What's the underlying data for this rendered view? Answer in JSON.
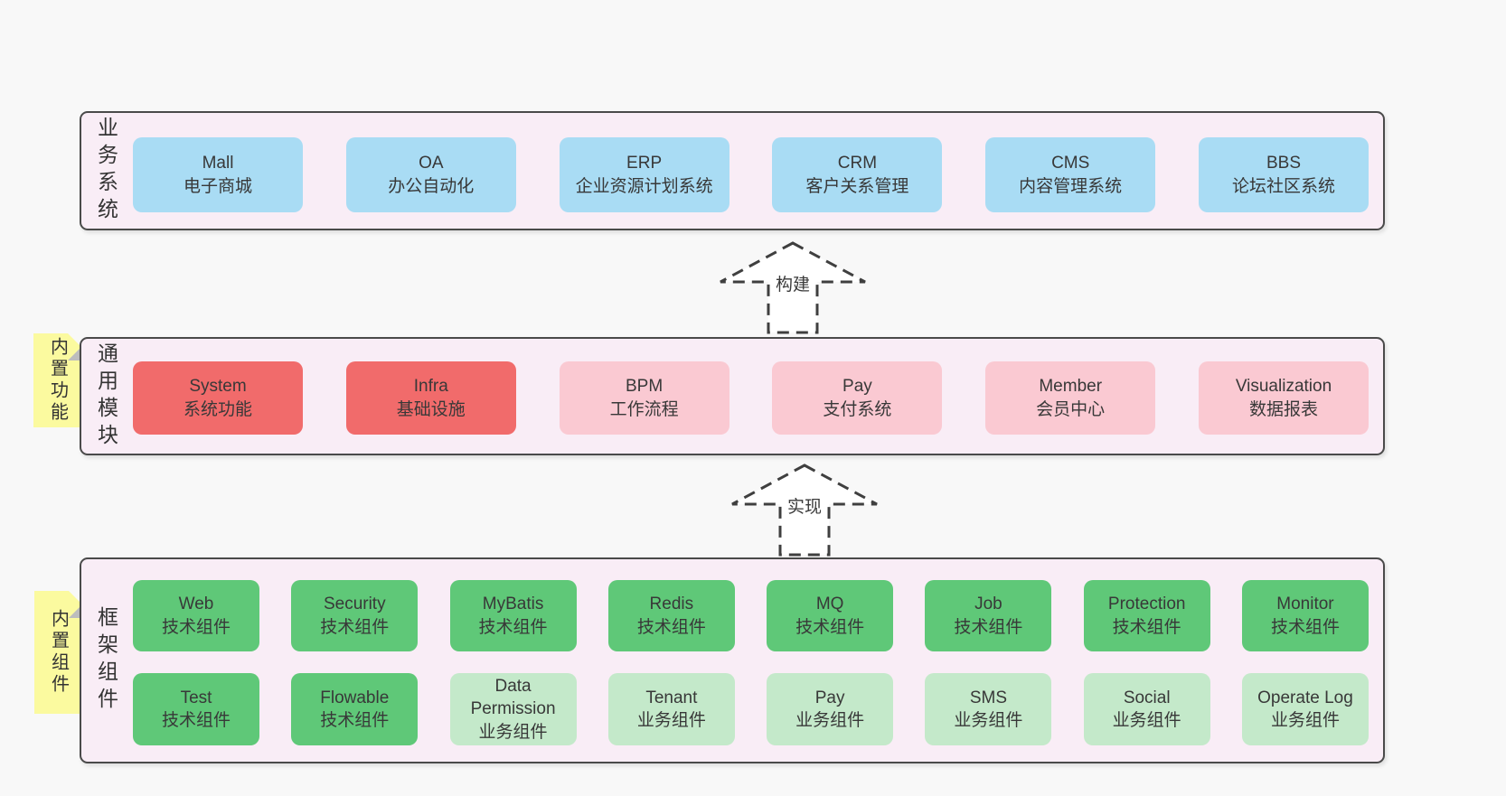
{
  "layers": [
    {
      "label": "业务系统",
      "boxes": [
        {
          "title": "Mall",
          "subtitle": "电子商城"
        },
        {
          "title": "OA",
          "subtitle": "办公自动化"
        },
        {
          "title": "ERP",
          "subtitle": "企业资源计划系统"
        },
        {
          "title": "CRM",
          "subtitle": "客户关系管理"
        },
        {
          "title": "CMS",
          "subtitle": "内容管理系统"
        },
        {
          "title": "BBS",
          "subtitle": "论坛社区系统"
        }
      ]
    },
    {
      "label": "通用模块",
      "sticky": "内置功能",
      "boxes": [
        {
          "title": "System",
          "subtitle": "系统功能"
        },
        {
          "title": "Infra",
          "subtitle": "基础设施"
        },
        {
          "title": "BPM",
          "subtitle": "工作流程"
        },
        {
          "title": "Pay",
          "subtitle": "支付系统"
        },
        {
          "title": "Member",
          "subtitle": "会员中心"
        },
        {
          "title": "Visualization",
          "subtitle": "数据报表"
        }
      ]
    },
    {
      "label": "框架组件",
      "sticky": "内置组件",
      "row1": [
        {
          "title": "Web",
          "subtitle": "技术组件"
        },
        {
          "title": "Security",
          "subtitle": "技术组件"
        },
        {
          "title": "MyBatis",
          "subtitle": "技术组件"
        },
        {
          "title": "Redis",
          "subtitle": "技术组件"
        },
        {
          "title": "MQ",
          "subtitle": "技术组件"
        },
        {
          "title": "Job",
          "subtitle": "技术组件"
        },
        {
          "title": "Protection",
          "subtitle": "技术组件"
        },
        {
          "title": "Monitor",
          "subtitle": "技术组件"
        }
      ],
      "row2": [
        {
          "title": "Test",
          "subtitle": "技术组件"
        },
        {
          "title": "Flowable",
          "subtitle": "技术组件"
        },
        {
          "title": "Data Permission",
          "subtitle": "业务组件"
        },
        {
          "title": "Tenant",
          "subtitle": "业务组件"
        },
        {
          "title": "Pay",
          "subtitle": "业务组件"
        },
        {
          "title": "SMS",
          "subtitle": "业务组件"
        },
        {
          "title": "Social",
          "subtitle": "业务组件"
        },
        {
          "title": "Operate Log",
          "subtitle": "业务组件"
        }
      ]
    }
  ],
  "arrows": [
    {
      "label": "构建"
    },
    {
      "label": "实现"
    }
  ],
  "colors": {
    "page_bg": "#f8f8f8",
    "panel_bg": "#f9edf6",
    "panel_border": "#4a4a4a",
    "box_blue": "#a9dcf4",
    "box_red": "#f16b6b",
    "box_pink": "#fac9d2",
    "box_green": "#5fc878",
    "box_green_light": "#c4e9ca",
    "sticky_yellow": "#fbfa9f",
    "text": "#3a3a3a"
  }
}
